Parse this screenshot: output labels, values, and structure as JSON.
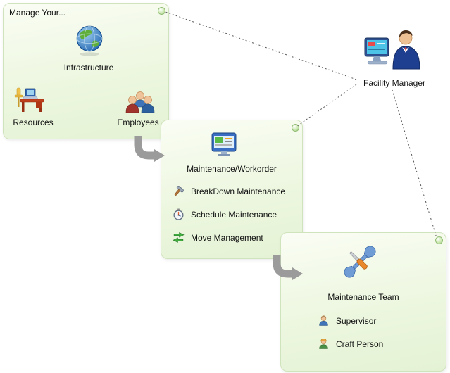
{
  "diagram": {
    "manage_panel": {
      "title": "Manage Your...",
      "infrastructure": {
        "label": "Infrastructure",
        "icon": "globe-icon"
      },
      "resources": {
        "label": "Resources",
        "icon": "desk-laptop-icon"
      },
      "employees": {
        "label": "Employees",
        "icon": "people-group-icon"
      }
    },
    "workorder_panel": {
      "title": "Maintenance/Workorder",
      "icon": "monitor-tools-icon",
      "items": [
        {
          "label": "BreakDown Maintenance",
          "icon": "hammer-icon"
        },
        {
          "label": "Schedule Maintenance",
          "icon": "stopwatch-icon"
        },
        {
          "label": "Move Management",
          "icon": "move-arrows-icon"
        }
      ]
    },
    "team_panel": {
      "title": "Maintenance Team",
      "icon": "tools-icon",
      "items": [
        {
          "label": "Supervisor",
          "icon": "supervisor-icon"
        },
        {
          "label": "Craft Person",
          "icon": "craft-person-icon"
        }
      ]
    },
    "facility_manager": {
      "label": "Facility Manager",
      "icon": "manager-computer-icon"
    },
    "colors": {
      "panel_background": "#edf7e0",
      "panel_border": "#cfe3bd",
      "connector_gray": "#9b9b9b",
      "dotted_line": "#555555",
      "dot_green": "#bfe0a1"
    }
  }
}
